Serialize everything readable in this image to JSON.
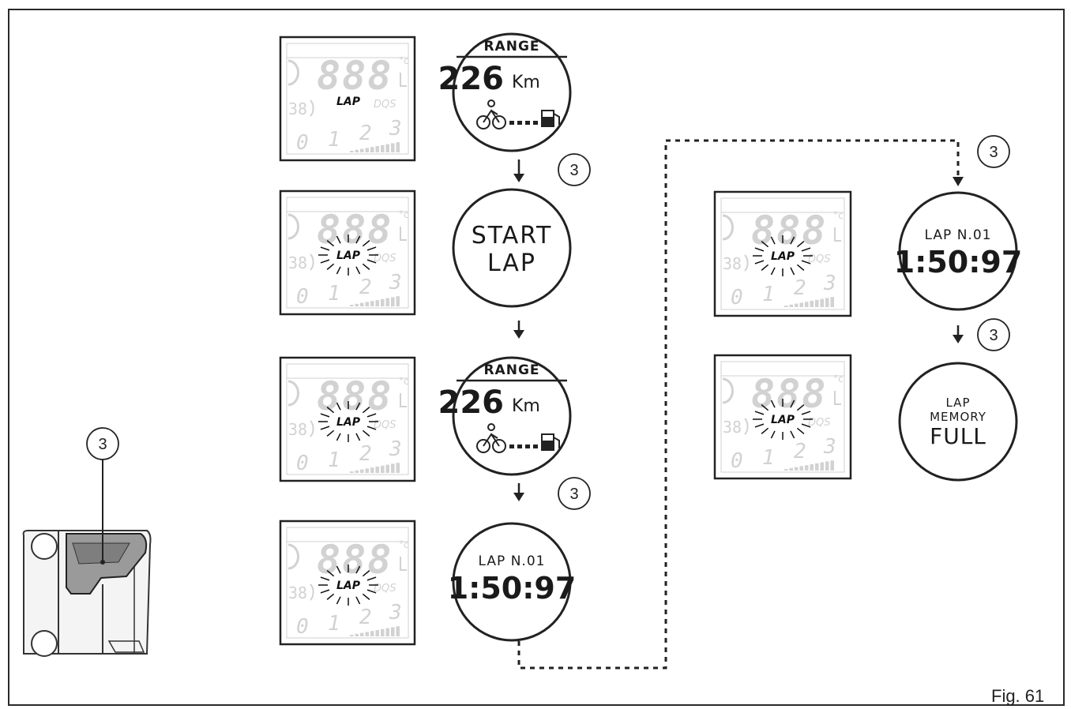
{
  "figure_label": "Fig. 61",
  "button_number": "3",
  "lcd": {
    "digits": "888",
    "unit_deg": "°c",
    "mode_text": "DQS",
    "left_digits": "38",
    "gears": [
      "0",
      "1",
      "2",
      "3"
    ],
    "lap_label": "LAP"
  },
  "screens": {
    "range": {
      "title": "RANGE",
      "value": "226",
      "unit": "Km"
    },
    "start_lap": {
      "line1": "START",
      "line2": "LAP"
    },
    "lap_time": {
      "label": "LAP N.01",
      "time": "1:50:97"
    },
    "memory_full": {
      "line1": "LAP",
      "line2": "MEMORY",
      "line3": "FULL"
    }
  },
  "colors": {
    "border": "#2a2a2a",
    "lcd_faint": "#d2d2d2",
    "text": "#1a1a1a"
  }
}
